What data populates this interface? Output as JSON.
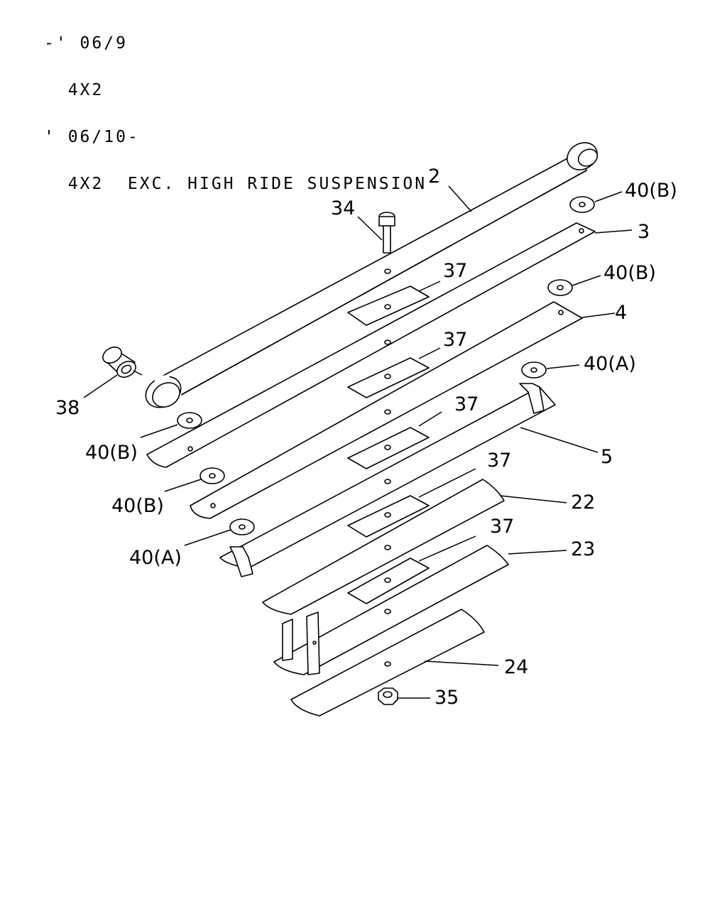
{
  "header": {
    "lines": [
      "-' 06/9",
      "  4X2",
      "' 06/10-",
      "  4X2  EXC. HIGH RIDE SUSPENSION"
    ]
  },
  "callouts": {
    "p2": "2",
    "p3": "3",
    "p4": "4",
    "p5": "5",
    "p22": "22",
    "p23": "23",
    "p24": "24",
    "p34": "34",
    "p35": "35",
    "p38": "38",
    "p37a": "37",
    "p37b": "37",
    "p37c": "37",
    "p37d": "37",
    "p37e": "37",
    "p40b_1": "40(B)",
    "p40b_2": "40(B)",
    "p40a_1": "40(A)",
    "p40b_3": "40(B)",
    "p40b_4": "40(B)",
    "p40a_2": "40(A)"
  }
}
